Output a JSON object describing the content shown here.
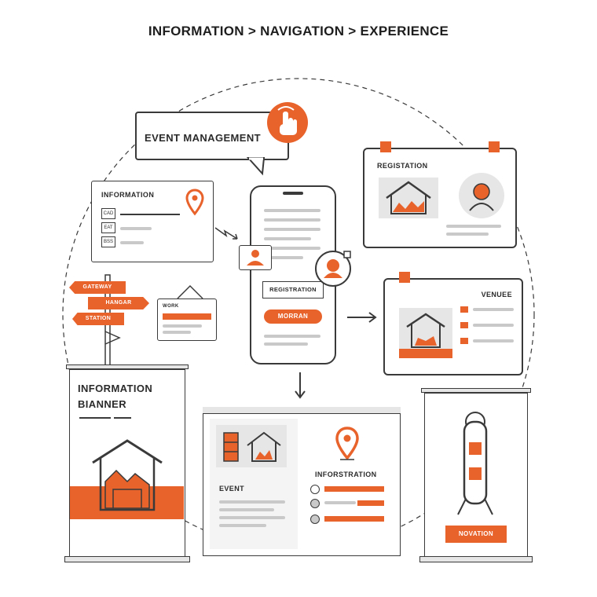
{
  "header": {
    "title": "INFORMATION > NAVIGATION > EXPERIENCE"
  },
  "event_management": {
    "label": "EVENT MANAGEMENT"
  },
  "information_card": {
    "label": "INFORMATION",
    "rows": [
      "CAD",
      "EAT",
      "BSS"
    ]
  },
  "signpost": {
    "signs": [
      "GATEWAY",
      "HANGAR",
      "STATION"
    ]
  },
  "small_board": {
    "label": "WORK"
  },
  "phone": {
    "registration_label": "REGISTRATION",
    "button_label": "MORRAN"
  },
  "registration_card": {
    "label": "REGISTATION"
  },
  "venue_card": {
    "label": "VENUEE"
  },
  "banner_left": {
    "title_line1": "INFORMATION",
    "title_line2": "BIANNER"
  },
  "center_board": {
    "event_label": "EVENT",
    "info_label": "INFORSTRATION"
  },
  "navigation_stand": {
    "button_label": "NOVATION"
  },
  "colors": {
    "accent": "#e8622c",
    "outline": "#3a3a3a",
    "light_gray": "#e6e6e6",
    "mid_gray": "#c9c9c9"
  }
}
